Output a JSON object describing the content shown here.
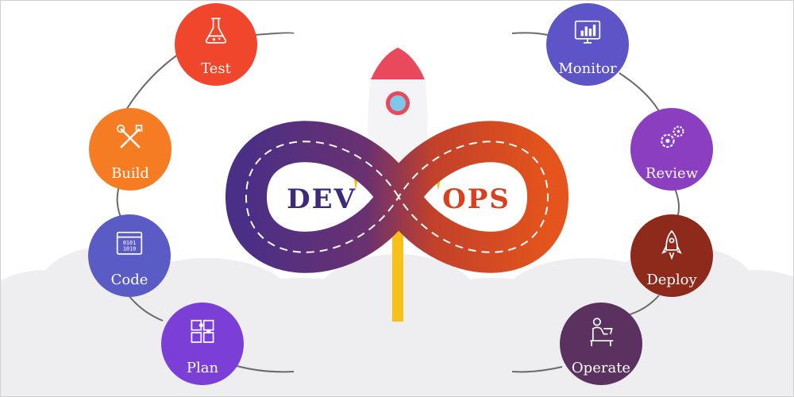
{
  "center": {
    "left_word": "DEV",
    "right_word": "OPS",
    "left_color": "#3d2a7a",
    "right_color": "#d9401e",
    "loop_gradient": [
      "#4a2f86",
      "#6a3170",
      "#c2412a",
      "#e4541c"
    ]
  },
  "stages": [
    {
      "id": "test",
      "label": "Test",
      "icon": "flask-icon",
      "color": "#f0462c"
    },
    {
      "id": "build",
      "label": "Build",
      "icon": "tools-icon",
      "color": "#f57c22"
    },
    {
      "id": "code",
      "label": "Code",
      "icon": "code-window-icon",
      "color": "#5b5bc6"
    },
    {
      "id": "plan",
      "label": "Plan",
      "icon": "puzzle-icon",
      "color": "#7b3ed6"
    },
    {
      "id": "monitor",
      "label": "Monitor",
      "icon": "monitor-chart-icon",
      "color": "#5d55c7"
    },
    {
      "id": "review",
      "label": "Review",
      "icon": "gears-icon",
      "color": "#8b3ec0"
    },
    {
      "id": "deploy",
      "label": "Deploy",
      "icon": "rocket-icon",
      "color": "#8e2a1c"
    },
    {
      "id": "operate",
      "label": "Operate",
      "icon": "person-laptop-icon",
      "color": "#5b3160"
    }
  ],
  "rocket": {
    "nose_color": "#e8495c",
    "body_color": "#f4f4f6",
    "window_color": "#7fc7e8",
    "trail_color": "#f6c21a"
  },
  "colors": {
    "arc": "#6b6b6b",
    "cloud": "#eeeef0",
    "road_dash": "#ffffff"
  }
}
